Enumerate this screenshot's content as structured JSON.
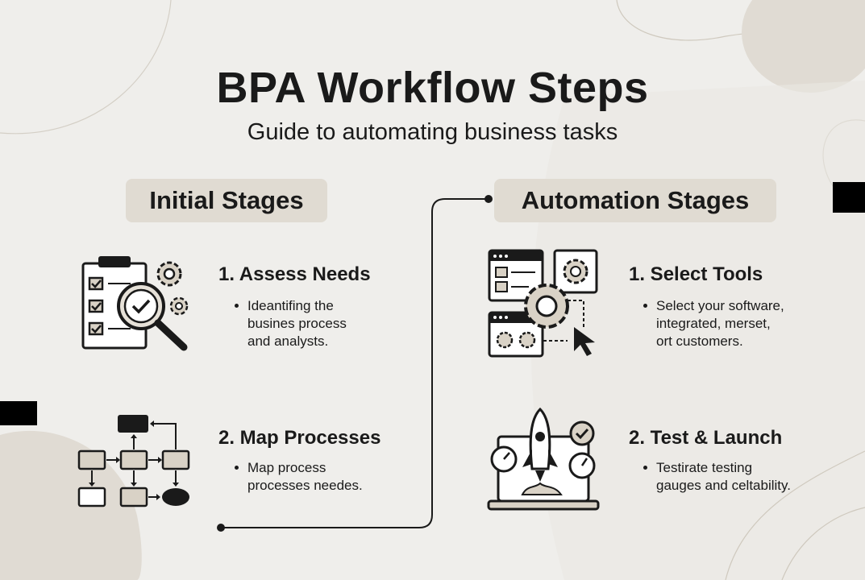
{
  "header": {
    "title": "BPA Workflow Steps",
    "subtitle": "Guide to automating business tasks"
  },
  "sections": {
    "initial": {
      "label": "Initial Stages",
      "steps": [
        {
          "title": "1. Assess Needs",
          "bullet": [
            "Ideantifing the",
            "busines process",
            "and analysts."
          ],
          "icon": "checklist-magnifier-icon"
        },
        {
          "title": "2. Map Processes",
          "bullet": [
            "Map process",
            "processes needes."
          ],
          "icon": "flowchart-icon"
        }
      ]
    },
    "automation": {
      "label": "Automation Stages",
      "steps": [
        {
          "title": "1. Select Tools",
          "bullet": [
            "Select your software,",
            "integrated, merset,",
            "ort customers."
          ],
          "icon": "software-gears-cursor-icon"
        },
        {
          "title": "2. Test & Launch",
          "bullet": [
            "Testirate testing",
            "gauges and celtability."
          ],
          "icon": "laptop-rocket-gauges-icon"
        }
      ]
    }
  },
  "colors": {
    "background": "#efeeeb",
    "pill": "#e0dbd2",
    "ink": "#1a1a1a",
    "icon_fill": "#d9d2c6"
  }
}
